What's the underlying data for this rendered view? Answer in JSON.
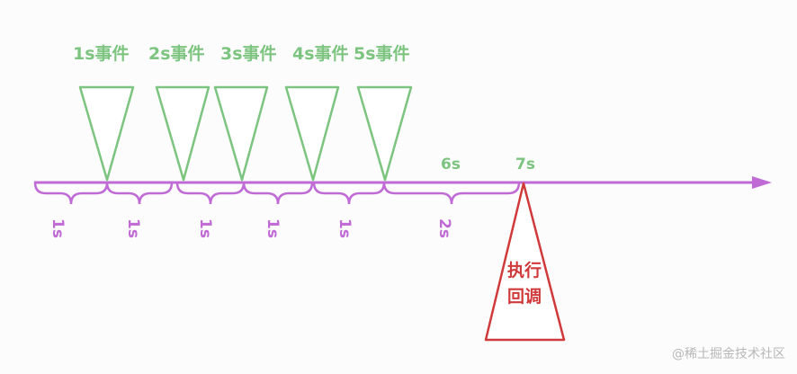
{
  "colors": {
    "event": "#7cc47f",
    "timeline": "#c06ad6",
    "callback": "#d03a3a",
    "watermark": "#b7b7b7"
  },
  "events": [
    {
      "label": "1s事件"
    },
    {
      "label": "2s事件"
    },
    {
      "label": "3s事件"
    },
    {
      "label": "4s事件"
    },
    {
      "label": "5s事件"
    }
  ],
  "intervals": [
    {
      "label": "1s"
    },
    {
      "label": "1s"
    },
    {
      "label": "1s"
    },
    {
      "label": "1s"
    },
    {
      "label": "1s"
    },
    {
      "label": "2s"
    }
  ],
  "time_markers": {
    "six": "6s",
    "seven": "7s"
  },
  "callback": {
    "line1": "执行",
    "line2": "回调"
  },
  "watermark": "@稀土掘金技术社区"
}
